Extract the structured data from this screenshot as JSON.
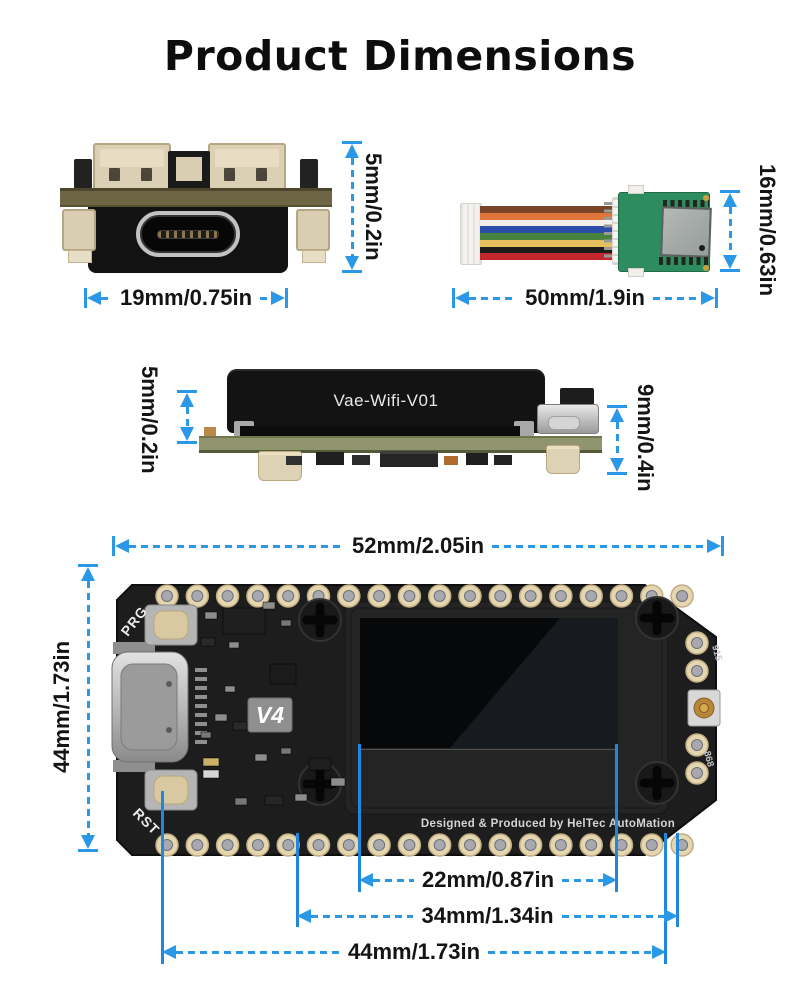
{
  "title": "Product Dimensions",
  "accent": "#2a98e6",
  "usb_side_view": {
    "height_label": "5mm/0.2in",
    "width_label": "19mm/0.75in"
  },
  "cable_view": {
    "height_label": "16mm/0.63in",
    "width_label": "50mm/1.9in",
    "wire_colors": [
      "#7a4526",
      "#e0763c",
      "#f2f0ea",
      "#2b4da8",
      "#47823f",
      "#e6c05e",
      "#1e1c1a",
      "#c1272d"
    ]
  },
  "side_profile_view": {
    "module_label": "Vae-Wifi-V01",
    "left_height_label": "5mm/0.2in",
    "right_height_label": "9mm/0.4in"
  },
  "top_view": {
    "width_label": "52mm/2.05in",
    "height_label": "44mm/1.73in",
    "display_width_label": "22mm/0.87in",
    "frame_width_label": "34mm/1.34in",
    "body_width_label": "44mm/1.73in",
    "prg_label": "PRG",
    "rst_label": "RST",
    "version_label": "V4",
    "silkscreen_text": "Designed & Produced by HelTec AutoMation",
    "freq_label_915": "915",
    "freq_label_868": "868"
  }
}
